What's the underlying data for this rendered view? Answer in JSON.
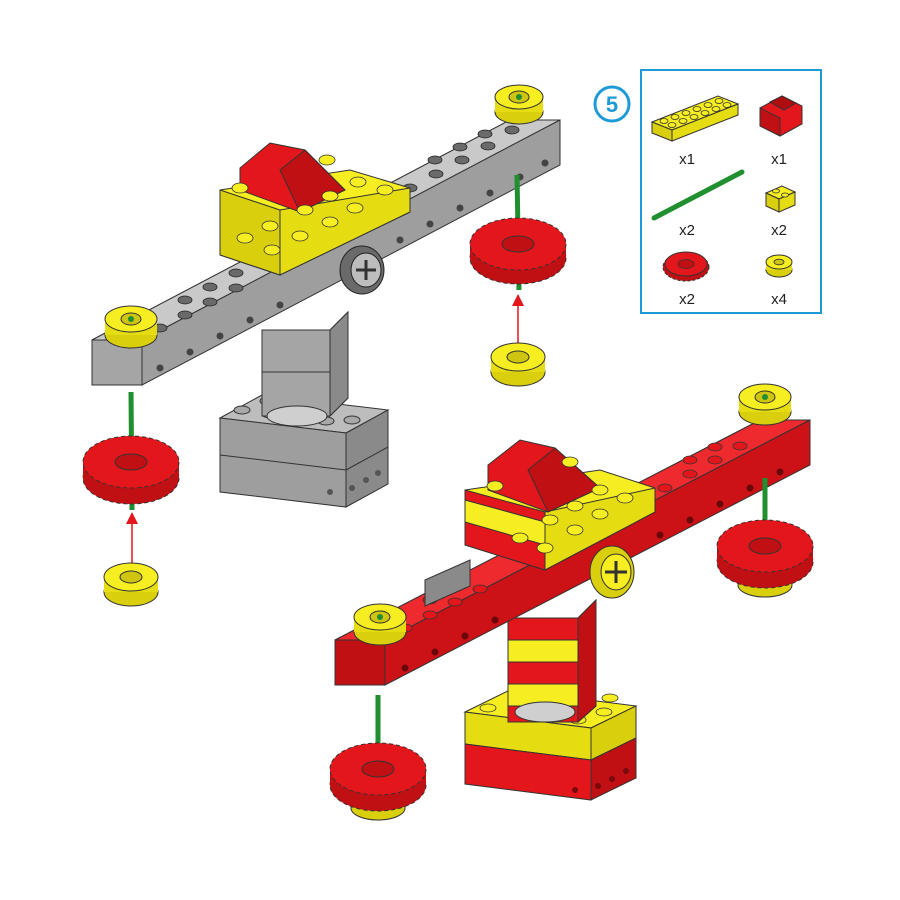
{
  "step": {
    "number": "5"
  },
  "parts": [
    {
      "name": "yellow-brick-2x6",
      "qty": "x1"
    },
    {
      "name": "red-slope-brick",
      "qty": "x1"
    },
    {
      "name": "green-axle",
      "qty": "x2"
    },
    {
      "name": "yellow-brick-1x2",
      "qty": "x2"
    },
    {
      "name": "red-gear-24-tooth",
      "qty": "x2"
    },
    {
      "name": "yellow-bushing",
      "qty": "x4"
    }
  ],
  "colors": {
    "accent": "#1e9ad6",
    "yellow": "#f7ee22",
    "red": "#e3171b",
    "gray": "#a5a5a5",
    "green": "#1f8f2f",
    "arrow": "#e3171b"
  }
}
